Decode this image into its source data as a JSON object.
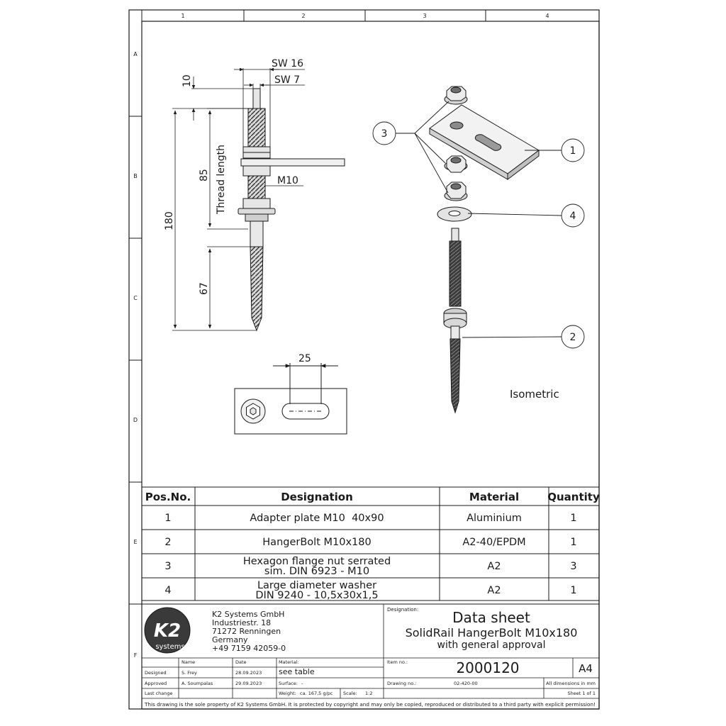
{
  "grid": {
    "columns": [
      "1",
      "2",
      "3",
      "4"
    ],
    "rows": [
      "A",
      "B",
      "C",
      "D",
      "E",
      "F"
    ]
  },
  "side_view": {
    "sw_outer": "SW 16",
    "sw_inner": "SW 7",
    "dim_top": "10",
    "dim_thread": "85",
    "thread_label": "Thread length",
    "dim_total": "180",
    "dim_screw": "67",
    "thread_size": "M10"
  },
  "top_view": {
    "dim_slot": "25"
  },
  "isometric": {
    "label": "Isometric",
    "callouts": [
      "1",
      "2",
      "3",
      "4"
    ]
  },
  "parts_table": {
    "headers": [
      "Pos.No.",
      "Designation",
      "Material",
      "Quantity"
    ],
    "rows": [
      {
        "pos": "1",
        "designation": [
          "Adapter plate M10  40x90"
        ],
        "material": "Aluminium",
        "qty": "1"
      },
      {
        "pos": "2",
        "designation": [
          "HangerBolt M10x180"
        ],
        "material": "A2-40/EPDM",
        "qty": "1"
      },
      {
        "pos": "3",
        "designation": [
          "Hexagon flange nut serrated",
          "sim. DIN 6923 - M10"
        ],
        "material": "A2",
        "qty": "3"
      },
      {
        "pos": "4",
        "designation": [
          "Large diameter washer",
          "DIN 9240 - 10,5x30x1,5"
        ],
        "material": "A2",
        "qty": "1"
      }
    ]
  },
  "title_block": {
    "logo_text": "K2",
    "logo_sub": "systems",
    "company": [
      "K2 Systems GmbH",
      "Industriestr. 18",
      "71272 Renningen",
      "Germany",
      "+49 7159 42059-0"
    ],
    "designation_label": "Designation:",
    "title": "Data sheet",
    "subtitle": "SolidRail HangerBolt M10x180",
    "subtitle2": "with general approval",
    "name_header": "Name",
    "date_header": "Date",
    "material_label": "Material:",
    "material_value": "see table",
    "designed_label": "Designed",
    "designed_name": "S. Frey",
    "designed_date": "28.09.2023",
    "approved_label": "Approved",
    "approved_name": "A. Soumpalas",
    "approved_date": "29.09.2023",
    "last_change_label": "Last change",
    "surface_label": "Surface:",
    "surface_value": "-",
    "weight_label": "Weight:",
    "weight_value": "ca. 167,5 g/pc",
    "scale_label": "Scale:",
    "scale_value": "1:2",
    "item_no_label": "Item no.:",
    "item_no": "2000120",
    "format": "A4",
    "drawing_no_label": "Drawing no.:",
    "drawing_no": "02-420-00",
    "dimensions_note": "All dimensions in mm",
    "sheet": "Sheet 1 of 1",
    "copyright": "This drawing is the sole property of K2 Systems GmbH.  It is protected by copyright and may only be copied, reproduced or distributed to a third party with explicit permission!"
  },
  "colors": {
    "line": "#1a1a1a",
    "fill_part": "#e6e6e6",
    "logo_bg": "#3a3a3a"
  }
}
